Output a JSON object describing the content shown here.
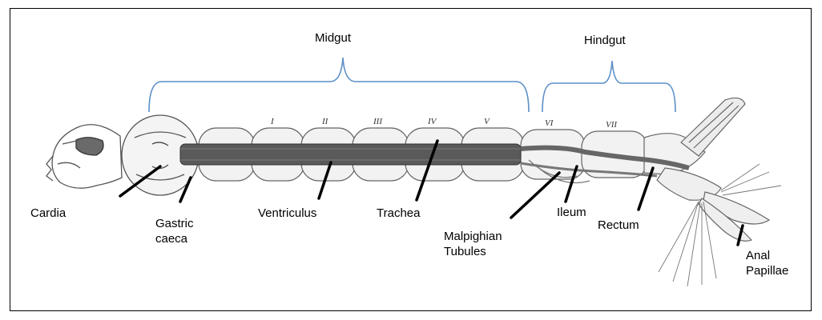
{
  "regions": {
    "midgut": "Midgut",
    "hindgut": "Hindgut"
  },
  "segment_numerals": [
    "I",
    "II",
    "III",
    "IV",
    "V",
    "VI",
    "VII"
  ],
  "labels": {
    "cardia": "Cardia",
    "gastric_caeca": [
      "Gastric",
      "caeca"
    ],
    "ventriculus": "Ventriculus",
    "trachea": "Trachea",
    "malpighian_tubules": [
      "Malpighian",
      "Tubules"
    ],
    "ileum": "Ileum",
    "rectum": "Rectum",
    "anal_papillae": [
      "Anal",
      "Papillae"
    ]
  },
  "colors": {
    "bracket": "#5b8fc7",
    "pointer": "#000000",
    "drawing": "#555555",
    "gut": "#4a4a4a"
  }
}
